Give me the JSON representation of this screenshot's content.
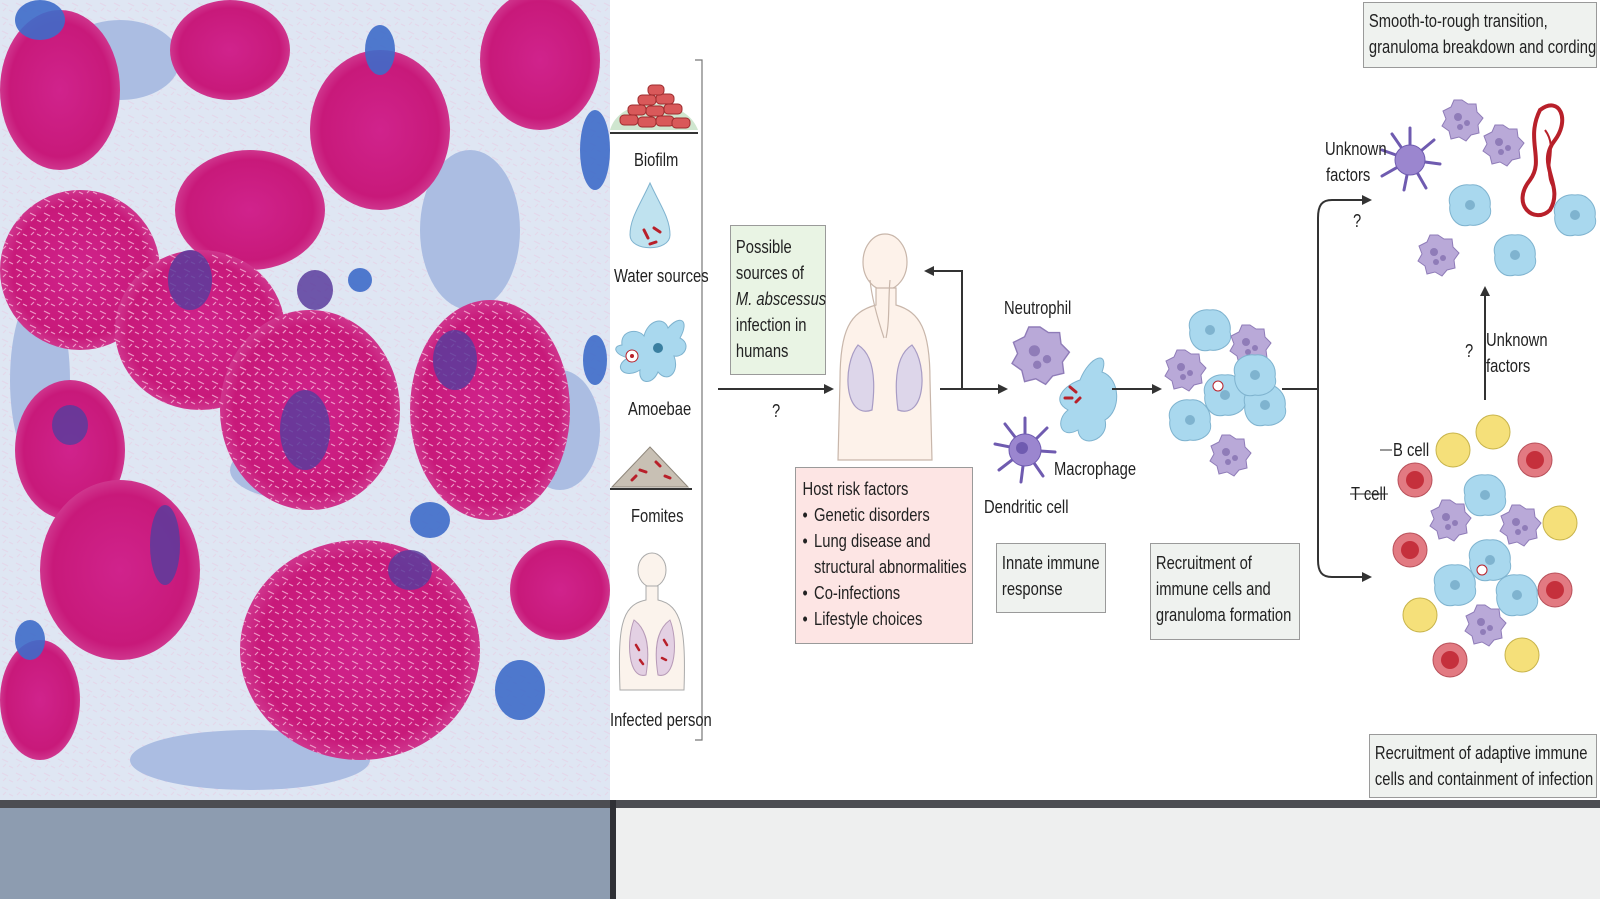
{
  "sources": {
    "items": [
      {
        "label": "Biofilm",
        "icon": "biofilm-icon"
      },
      {
        "label": "Water sources",
        "icon": "water-drop-icon"
      },
      {
        "label": "Amoebae",
        "icon": "amoeba-icon"
      },
      {
        "label": "Fomites",
        "icon": "fomites-icon"
      },
      {
        "label": "Infected person",
        "icon": "infected-person-icon"
      }
    ],
    "box": {
      "line1": "Possible",
      "line2": "sources of",
      "line3_italic": "M. abscessus",
      "line4": "infection in",
      "line5": "humans"
    },
    "question": "?"
  },
  "host": {
    "title": "Host risk factors",
    "items": [
      {
        "lines": [
          "Genetic disorders"
        ]
      },
      {
        "lines": [
          "Lung disease and",
          "structural abnormalities"
        ]
      },
      {
        "lines": [
          "Co-infections"
        ]
      },
      {
        "lines": [
          "Lifestyle choices"
        ]
      }
    ]
  },
  "innate": {
    "neutrophil": "Neutrophil",
    "macrophage": "Macrophage",
    "dendritic": "Dendritic cell",
    "box_line1": "Innate immune",
    "box_line2": "response"
  },
  "granuloma": {
    "line1": "Recruitment of",
    "line2": "immune cells and",
    "line3": "granuloma formation"
  },
  "rough": {
    "box_line1": "Smooth-to-rough transition,",
    "box_line2": "granuloma breakdown and cording",
    "unknown1": "Unknown",
    "unknown2": "factors",
    "question": "?"
  },
  "adaptive": {
    "bcell": "B cell",
    "tcell": "T cell",
    "unknown1": "Unknown",
    "unknown2": "factors",
    "question_up": "?",
    "question_branch": "?",
    "box_line1": "Recruitment of adaptive immune",
    "box_line2": "cells and containment of infection"
  },
  "colors": {
    "magenta": "#c8197a",
    "stain_blue": "#5a7fc8",
    "macrophage_blue": "#a9d8ee",
    "neutrophil_purple": "#b9a9d8",
    "tcell_red": "#e27a82",
    "bcell_yellow": "#f5e07a",
    "box_green": "#e9f4e4",
    "box_pink": "#fde5e4"
  }
}
